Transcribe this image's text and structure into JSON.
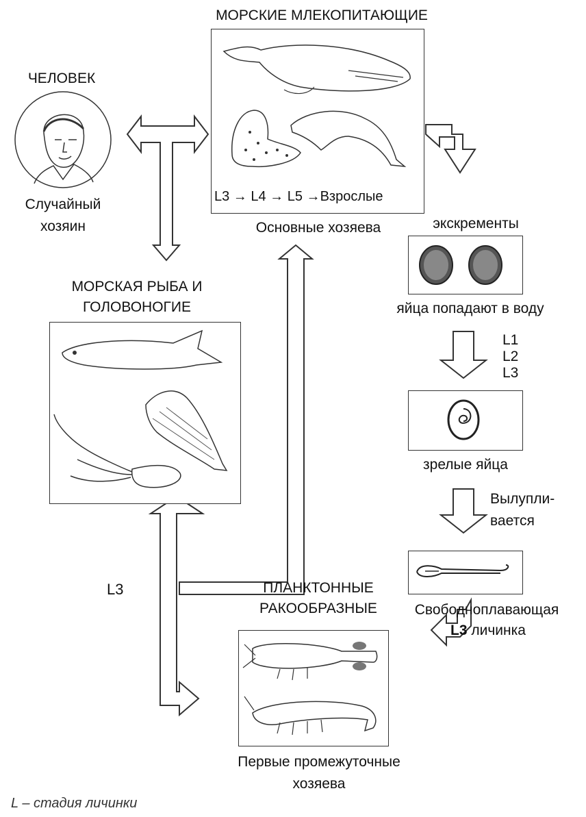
{
  "human": {
    "title": "ЧЕЛОВЕК",
    "caption_line1": "Случайный",
    "caption_line2": "хозяин"
  },
  "marine_mammals": {
    "title": "МОРСКИЕ МЛЕКОПИТАЮЩИЕ",
    "stages": [
      "L3",
      "L4",
      "L5",
      "Взрослые"
    ],
    "caption": "Основные хозяева"
  },
  "excrement": {
    "title": "экскременты",
    "caption": "яйца попадают в воду"
  },
  "egg_stages": [
    "L1",
    "L2",
    "L3"
  ],
  "mature_eggs": {
    "caption": "зрелые яйца"
  },
  "hatching": {
    "line1": "Вылупли-",
    "line2": "вается"
  },
  "free_larva": {
    "line1": "Свободноплавающая",
    "stage": "L3",
    "line2": "личинка"
  },
  "fish": {
    "title_line1": "МОРСКАЯ РЫБА И",
    "title_line2": "ГОЛОВОНОГИЕ"
  },
  "l3_label": "L3",
  "crustaceans": {
    "title_line1": "ПЛАНКТОННЫЕ",
    "title_line2": "РАКООБРАЗНЫЕ",
    "caption_line1": "Первые промежуточные",
    "caption_line2": "хозяева"
  },
  "footnote": "L – стадия личинки",
  "colors": {
    "line": "#333333",
    "ink": "#111111"
  }
}
